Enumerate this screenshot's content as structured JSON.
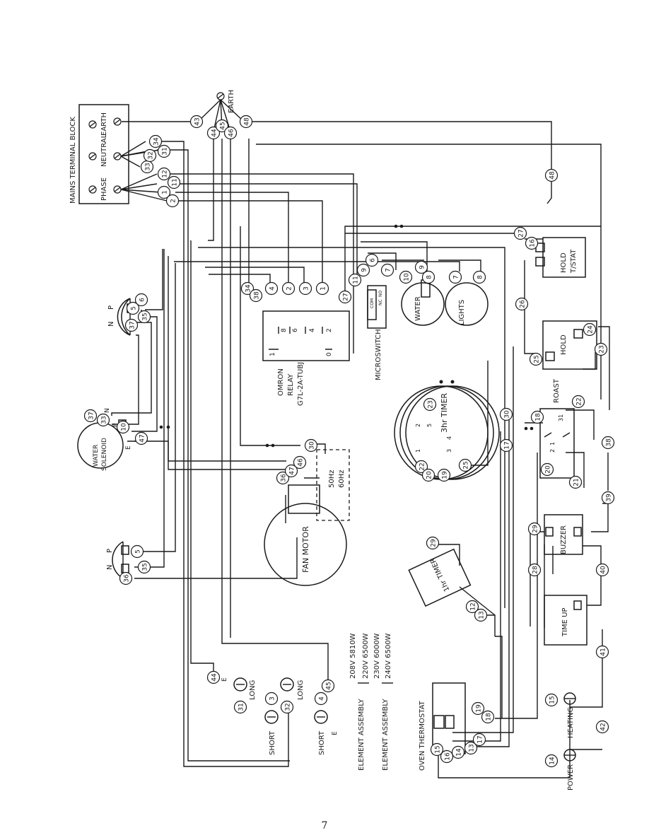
{
  "page_number": "7",
  "labels": {
    "mains_terminal_block": "MAINS TERMINAL BLOCK",
    "phase": "PHASE",
    "neutral": "NEUTRAL",
    "earth_block": "EARTH",
    "earth": "EARTH",
    "hold_tstat_1": "HOLD",
    "hold_tstat_2": "T/STAT",
    "hold": "HOLD",
    "roast": "ROAST",
    "water": "WATER",
    "lights": "LIGHTS",
    "microswitch": "MICROSWITCH",
    "microswitch_com": "COM",
    "microswitch_no": "NO",
    "microswitch_nc": "NC",
    "relay_1": "OMRON",
    "relay_2": "RELAY",
    "relay_3": "G7L-2A-TUBJ",
    "water_solenoid_1": "WATER",
    "water_solenoid_2": "SOLENOID",
    "fan_motor": "FAN MOTOR",
    "hz50": "50Hz",
    "hz60": "60Hz",
    "timer_3hr": "3hr TIMER",
    "timer_1hr": "1hr TIMER",
    "buzzer": "BUZZER",
    "time_up": "TIME UP",
    "oven_thermostat": "OVEN THERMOSTAT",
    "heating": "HEATING",
    "power": "POWER",
    "long": "LONG",
    "short": "SHORT",
    "element_assembly": "ELEMENT ASSEMBLY",
    "n": "N",
    "p": "P",
    "e": "E"
  },
  "element_ratings": [
    "208V 5810W",
    "220V 6500W",
    "230V 6000W",
    "240V 6500W"
  ],
  "wire_numbers": [
    "1",
    "2",
    "3",
    "4",
    "5",
    "6",
    "7",
    "8",
    "9",
    "10",
    "11",
    "12",
    "13",
    "14",
    "15",
    "16",
    "17",
    "18",
    "19",
    "20",
    "21",
    "22",
    "23",
    "24",
    "25",
    "26",
    "27",
    "28",
    "29",
    "30",
    "31",
    "32",
    "33",
    "34",
    "35",
    "36",
    "37",
    "38",
    "39",
    "40",
    "41",
    "42",
    "43",
    "44",
    "45",
    "46",
    "47",
    "48"
  ],
  "relay_pins": [
    "1",
    "8",
    "6",
    "4",
    "2",
    "0"
  ],
  "timer_pins": [
    "1",
    "2",
    "3",
    "4",
    "5"
  ]
}
